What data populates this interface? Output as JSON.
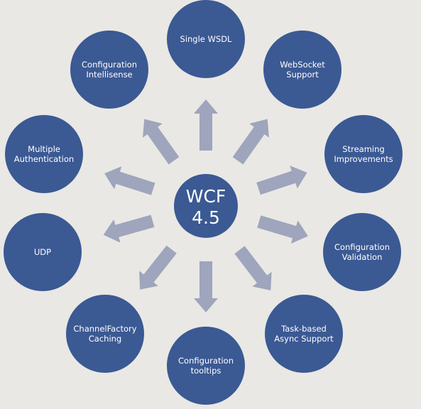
{
  "colors": {
    "background": "#e9e8e4",
    "node_fill": "#3b5993",
    "arrow_fill": "#9ea5bc",
    "text": "#ffffff"
  },
  "center": {
    "lines": [
      "WCF",
      "4.5"
    ]
  },
  "nodes": [
    {
      "id": "single-wsdl",
      "lines": [
        "Single WSDL"
      ]
    },
    {
      "id": "websocket-support",
      "lines": [
        "WebSocket",
        "Support"
      ]
    },
    {
      "id": "streaming-improvements",
      "lines": [
        "Streaming",
        "Improvements"
      ]
    },
    {
      "id": "configuration-validation",
      "lines": [
        "Configuration",
        "Validation"
      ]
    },
    {
      "id": "task-based-async-support",
      "lines": [
        "Task-based",
        "Async Support"
      ]
    },
    {
      "id": "configuration-tooltips",
      "lines": [
        "Configuration",
        "tooltips"
      ]
    },
    {
      "id": "channelfactory-caching",
      "lines": [
        "ChannelFactory",
        "Caching"
      ]
    },
    {
      "id": "udp",
      "lines": [
        "UDP"
      ]
    },
    {
      "id": "multiple-authentication",
      "lines": [
        "Multiple",
        "Authentication"
      ]
    },
    {
      "id": "configuration-intellisense",
      "lines": [
        "Configuration",
        "Intellisense"
      ]
    }
  ]
}
